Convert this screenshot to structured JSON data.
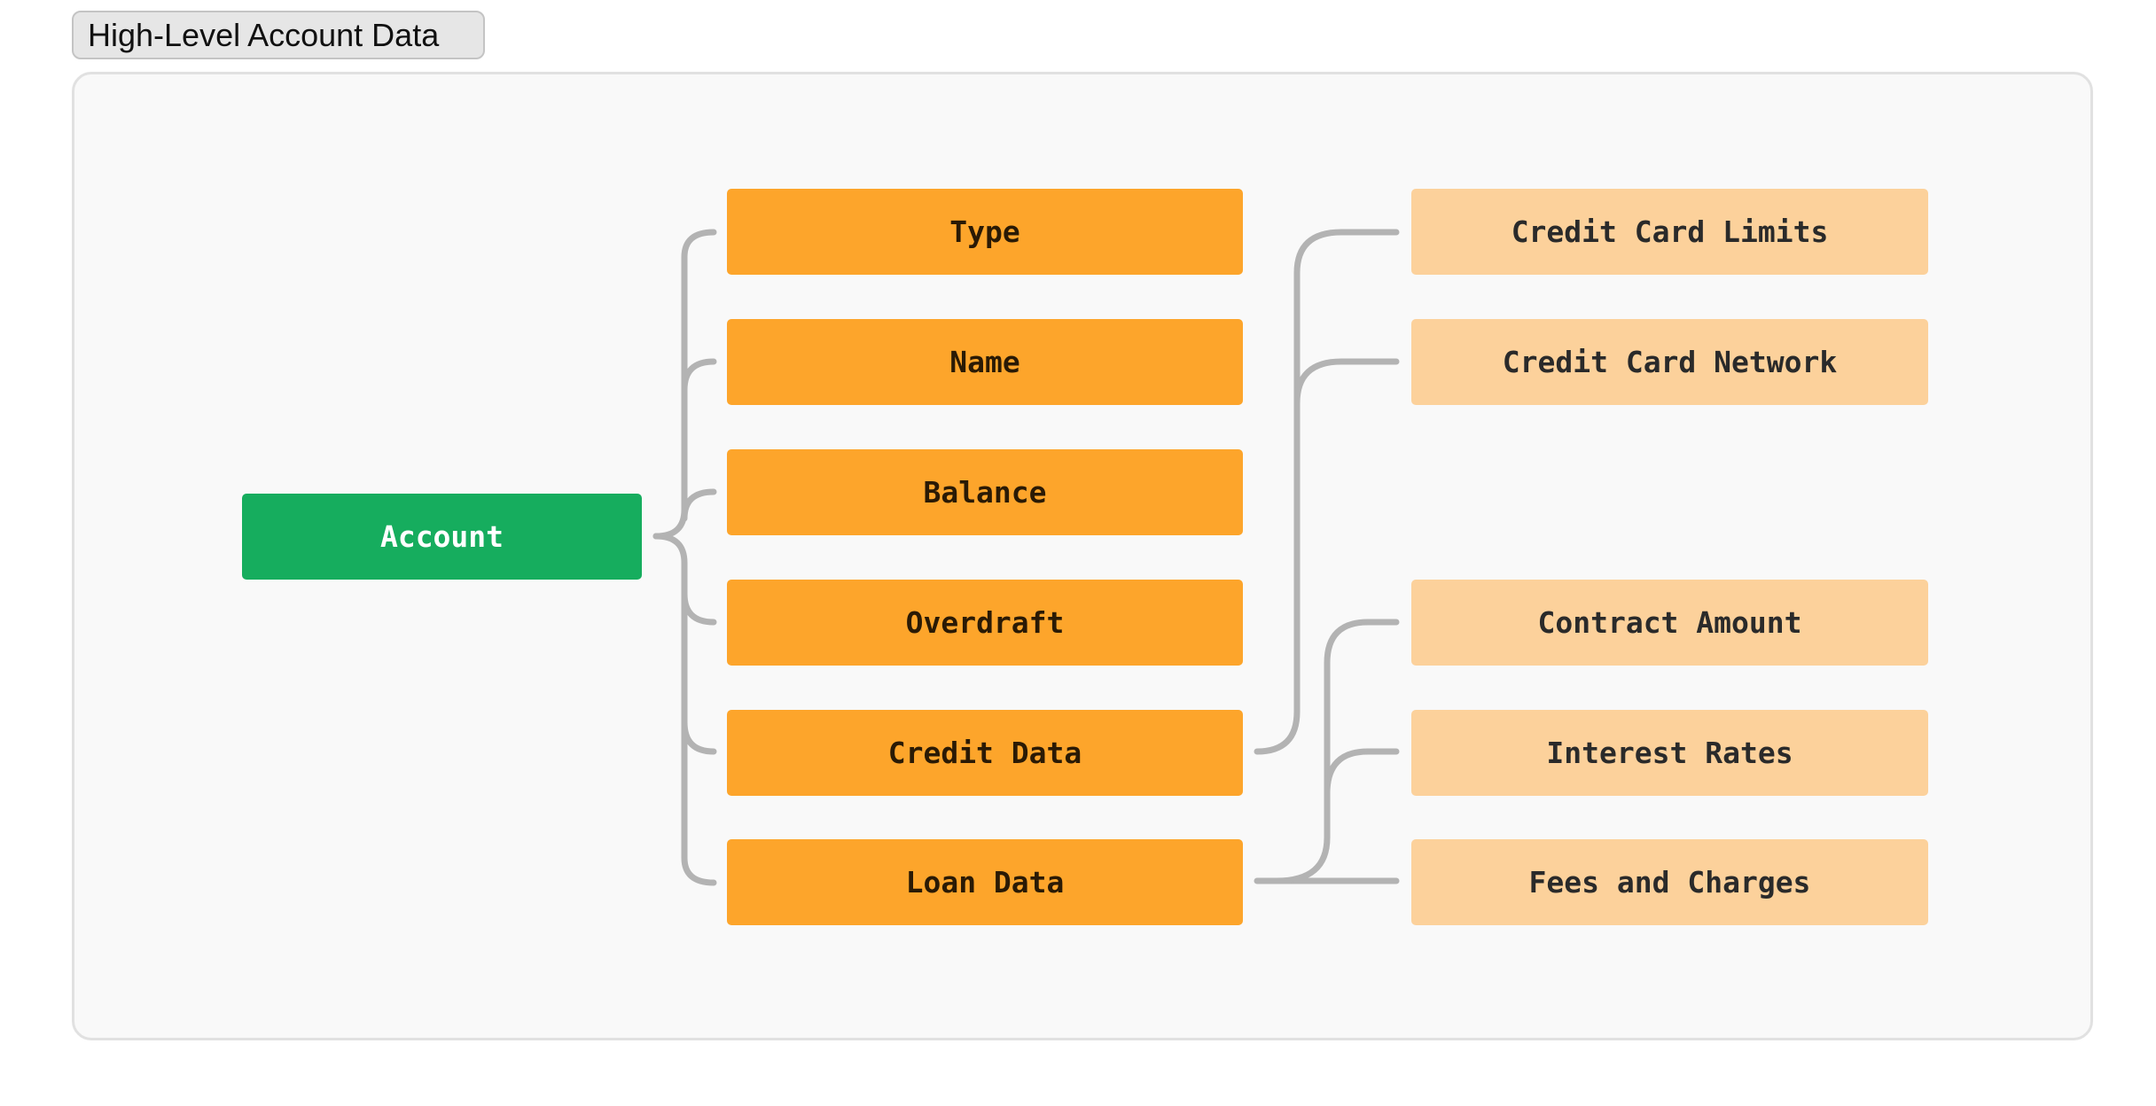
{
  "header": {
    "title": "High-Level Account Data"
  },
  "diagram": {
    "root": {
      "label": "Account"
    },
    "fields": [
      {
        "label": "Type"
      },
      {
        "label": "Name"
      },
      {
        "label": "Balance"
      },
      {
        "label": "Overdraft"
      },
      {
        "label": "Credit Data"
      },
      {
        "label": "Loan Data"
      }
    ],
    "credit_details": [
      {
        "label": "Credit Card Limits"
      },
      {
        "label": "Credit Card Network"
      }
    ],
    "loan_details": [
      {
        "label": "Contract Amount"
      },
      {
        "label": "Interest Rates"
      },
      {
        "label": "Fees and Charges"
      }
    ]
  },
  "colors": {
    "root": "#16ad5e",
    "field": "#fda52b",
    "detail": "#fcd19b",
    "connector": "#b3b3b3"
  }
}
